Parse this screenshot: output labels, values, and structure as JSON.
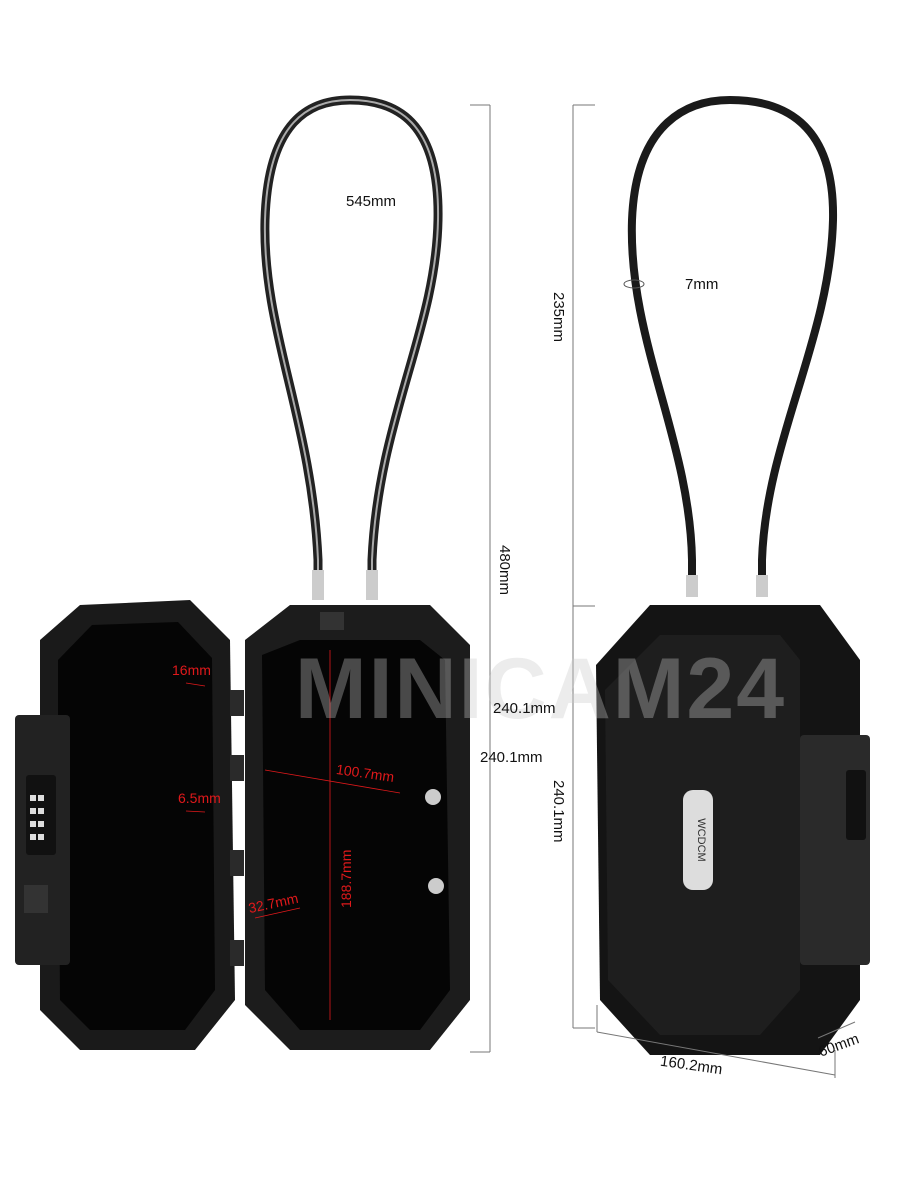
{
  "watermark": "MINICAM24",
  "brand_logo": "WCDCM",
  "dimensions": {
    "cable_length": "545mm",
    "cable_diameter": "7mm",
    "cable_height": "235mm",
    "total_height": "480mm",
    "body_height_side": "240.1mm",
    "body_height_a": "240.1mm",
    "body_height_b": "240.1mm",
    "width": "160.2mm",
    "depth": "60mm"
  },
  "interior": {
    "wall_top": "16mm",
    "slot": "6.5mm",
    "inner_width": "100.7mm",
    "inner_height": "188.7mm",
    "groove": "32.7mm"
  },
  "colors": {
    "annotation": "#e0191b",
    "body": "#151515"
  }
}
